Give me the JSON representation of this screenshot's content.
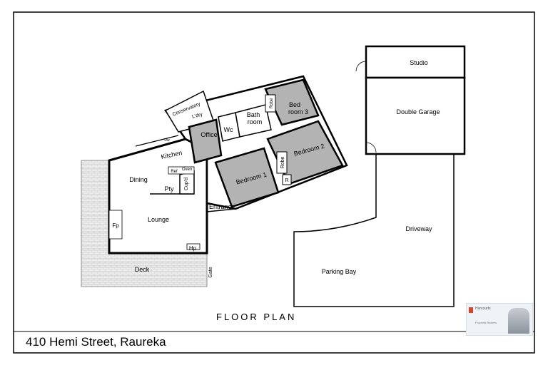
{
  "plan": {
    "title": "FLOOR PLAN",
    "address": "410 Hemi Street, Raureka"
  },
  "rooms": {
    "studio": "Studio",
    "double_garage": "Double Garage",
    "driveway": "Driveway",
    "parking_bay": "Parking Bay",
    "conservatory": "Conservatory",
    "laundry": "L'dry",
    "office": "Office",
    "wc": "Wc",
    "bathroom_line1": "Bath",
    "bathroom_line2": "room",
    "robe_1": "Robe",
    "bedroom3_line1": "Bed",
    "bedroom3_line2": "room 3",
    "bedroom2": "Bedroom 2",
    "bedroom1": "Bedroom 1",
    "robe_2": "Robe",
    "r": "R",
    "kitchen": "Kitchen",
    "dw": "Dw",
    "ref": "Ref",
    "oven": "Oven",
    "dining": "Dining",
    "pty": "Pty",
    "cupd": "Cup'd",
    "entrance": "Entrance",
    "lounge": "Lounge",
    "fp": "Fp",
    "hp": "Hp",
    "deck": "Deck",
    "gate": "Gate"
  },
  "agent_logo": {
    "line1": "Harcourts",
    "line2": "Property Brokers"
  },
  "colors": {
    "wall": "#000000",
    "shaded_room": "#b3b3b3",
    "deck": "#e8e8e8",
    "background": "#ffffff"
  }
}
